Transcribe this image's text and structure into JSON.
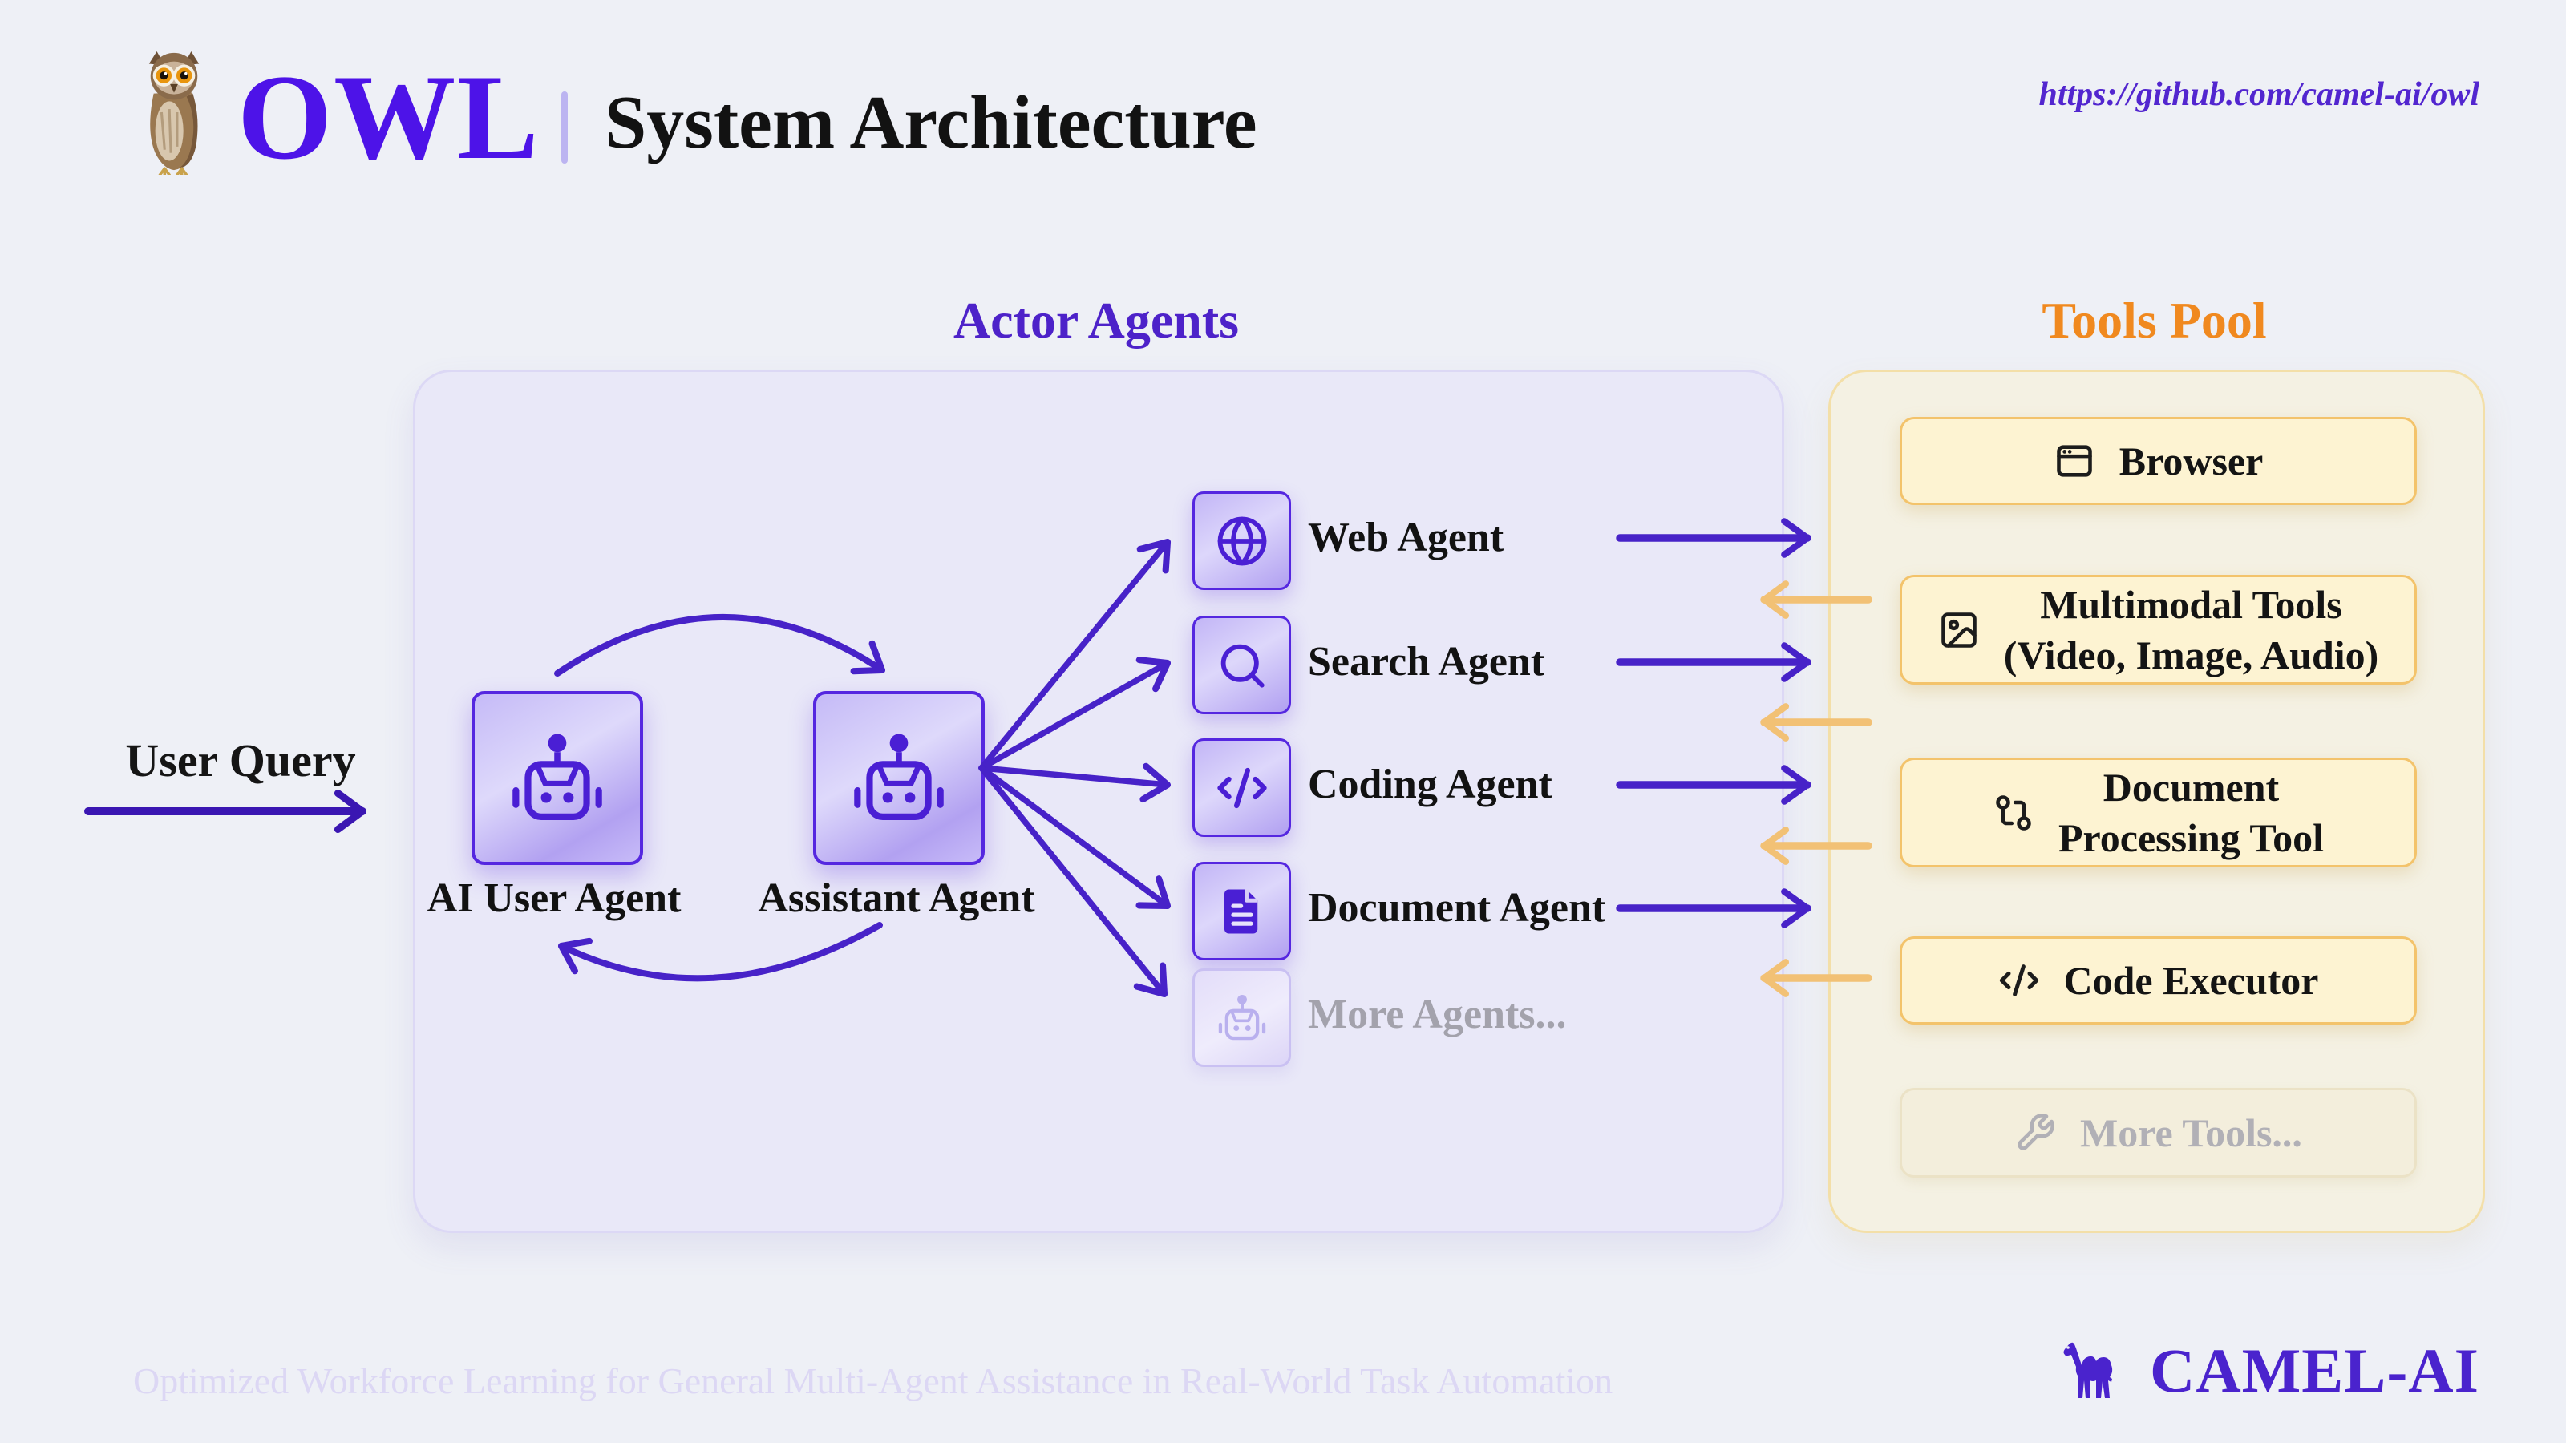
{
  "header": {
    "logo": "OWL",
    "title": "System Architecture",
    "repo_url": "https://github.com/camel-ai/owl"
  },
  "actor_agents": {
    "title": "Actor Agents",
    "user_query": "User Query",
    "core": [
      {
        "label": "AI User Agent"
      },
      {
        "label": "Assistant Agent"
      }
    ],
    "agents": [
      {
        "label": "Web Agent"
      },
      {
        "label": "Search Agent"
      },
      {
        "label": "Coding Agent"
      },
      {
        "label": "Document Agent"
      },
      {
        "label": "More Agents..."
      }
    ]
  },
  "tools_pool": {
    "title": "Tools Pool",
    "tools": [
      {
        "label": "Browser",
        "sublabel": ""
      },
      {
        "label": "Multimodal Tools",
        "sublabel": "(Video, Image, Audio)"
      },
      {
        "label": "Document",
        "sublabel": "Processing Tool"
      },
      {
        "label": "Code Executor",
        "sublabel": ""
      },
      {
        "label": "More Tools...",
        "sublabel": ""
      }
    ]
  },
  "footer": {
    "tagline": "Optimized Workforce Learning for General Multi-Agent Assistance in Real-World Task Automation",
    "brand": "CAMEL-AI"
  },
  "colors": {
    "page_bg": "#eef0f6",
    "logo_purple": "#4d13e8",
    "purple": "#4722c8",
    "purple_deep": "#3a16b2",
    "card_border_purple": "#5527e0",
    "orange_title": "#f0891f",
    "orange_arrow": "#f2c175",
    "actor_panel_bg": "#e9e8f8",
    "tools_panel_bg": "#f4f1e3",
    "tool_card_bg": "#fdf3d2",
    "inactive_gray": "#a3a2ac"
  }
}
